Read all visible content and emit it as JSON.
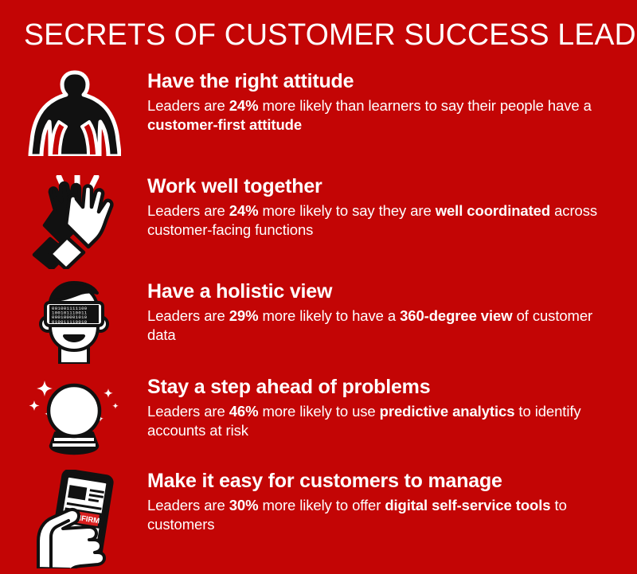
{
  "title": "SECRETS OF CUSTOMER SUCCESS LEADERS",
  "colors": {
    "background_red": "#c30505",
    "text_white": "#ffffff",
    "icon_black": "#111111",
    "button_red": "#d81f1f"
  },
  "rows": [
    {
      "icon_name": "person-hands-on-hips-silhouette-icon",
      "heading": "Have the right attitude",
      "body_pre": "Leaders are ",
      "stat": "24%",
      "body_mid": " more likely than learners to say their people have a ",
      "emphasis": "customer-first attitude",
      "body_post": ""
    },
    {
      "icon_name": "high-five-hands-icon",
      "heading": "Work well together",
      "body_pre": "Leaders are ",
      "stat": "24%",
      "body_mid": " more likely to say they are ",
      "emphasis": "well coordinated",
      "body_post": " across customer-facing functions"
    },
    {
      "icon_name": "vr-headset-binary-face-icon",
      "heading": "Have a holistic view",
      "body_pre": "Leaders are ",
      "stat": "29%",
      "body_mid": " more likely to have a ",
      "emphasis": "360-degree view",
      "body_post": " of customer data"
    },
    {
      "icon_name": "crystal-ball-icon",
      "heading": "Stay a step ahead of problems",
      "body_pre": "Leaders are ",
      "stat": "46%",
      "body_mid": " more likely to use ",
      "emphasis": "predictive analytics",
      "body_post": " to identify accounts at risk"
    },
    {
      "icon_name": "hand-holding-phone-confirm-icon",
      "heading": "Make it easy for customers to manage",
      "body_pre": "Leaders are ",
      "stat": "30%",
      "body_mid": " more likely to offer ",
      "emphasis": "digital self-service tools",
      "body_post": " to customers"
    }
  ],
  "icon_details": {
    "vr_binary_lines": [
      "001001111100",
      "100101110011",
      "000100001010",
      "010011110010"
    ],
    "phone_button_label": "CONFIRM"
  }
}
